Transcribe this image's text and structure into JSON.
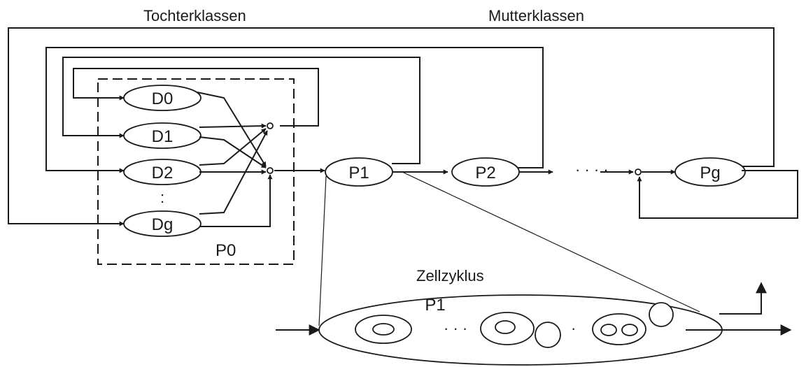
{
  "labels": {
    "daughter_classes": "Tochterklassen",
    "mother_classes": "Mutterklassen",
    "p0": "P0",
    "cell_cycle": "Zellzyklus",
    "cycle_p1": "P1",
    "dots_chain": "· · · ·",
    "dots_cycle_1": "· · ·",
    "dots_cycle_2": "·",
    "dots_vertical": ":"
  },
  "nodes": {
    "d0": "D0",
    "d1": "D1",
    "d2": "D2",
    "dg": "Dg",
    "p1": "P1",
    "p2": "P2",
    "pg": "Pg"
  }
}
